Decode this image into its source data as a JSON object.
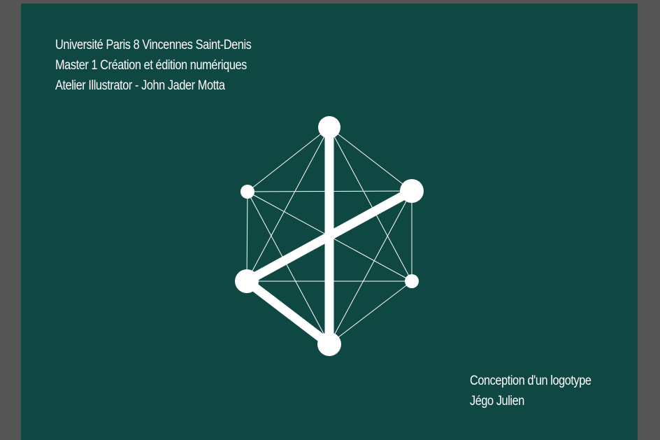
{
  "header": {
    "line1": "Université Paris 8 Vincennes Saint-Denis",
    "line2": "Master 1 Création et édition numériques",
    "line3": "Atelier Illustrator - John Jader Motta"
  },
  "footer": {
    "title": "Conception d'un logotype",
    "author": "Jégo Julien"
  },
  "colors": {
    "page_background": "#0f4743",
    "outer_background": "#555555",
    "foreground": "#ffffff"
  }
}
